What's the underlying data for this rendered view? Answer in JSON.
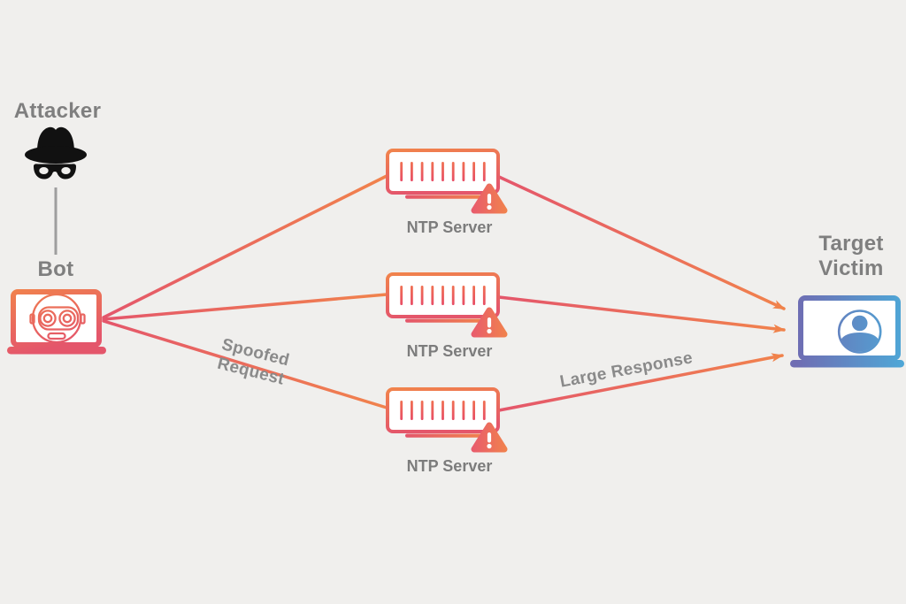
{
  "page": {
    "background": "#F0EFED"
  },
  "nodes": {
    "attacker": {
      "label": "Attacker",
      "icon": "spy-hat-mask-icon"
    },
    "bot": {
      "label": "Bot",
      "icon": "robot-laptop-icon"
    },
    "servers": [
      {
        "label": "NTP Server",
        "icon": "server-warning-icon"
      },
      {
        "label": "NTP Server",
        "icon": "server-warning-icon"
      },
      {
        "label": "NTP Server",
        "icon": "server-warning-icon"
      }
    ],
    "target": {
      "label": "Target Victim",
      "icon": "user-laptop-icon"
    }
  },
  "edges": {
    "request_label": "Spoofed Request",
    "response_label": "Large Response"
  },
  "colors": {
    "line_pink": "#E4566B",
    "line_orange": "#F1834C",
    "arrow_orange": "#F0824A",
    "target_purple": "#6F6DB3",
    "target_blue": "#4FA6D6",
    "label_gray": "#7F7F7F",
    "connector_gray": "#9E9E9E",
    "warning_mark": "#FFFFFF"
  }
}
